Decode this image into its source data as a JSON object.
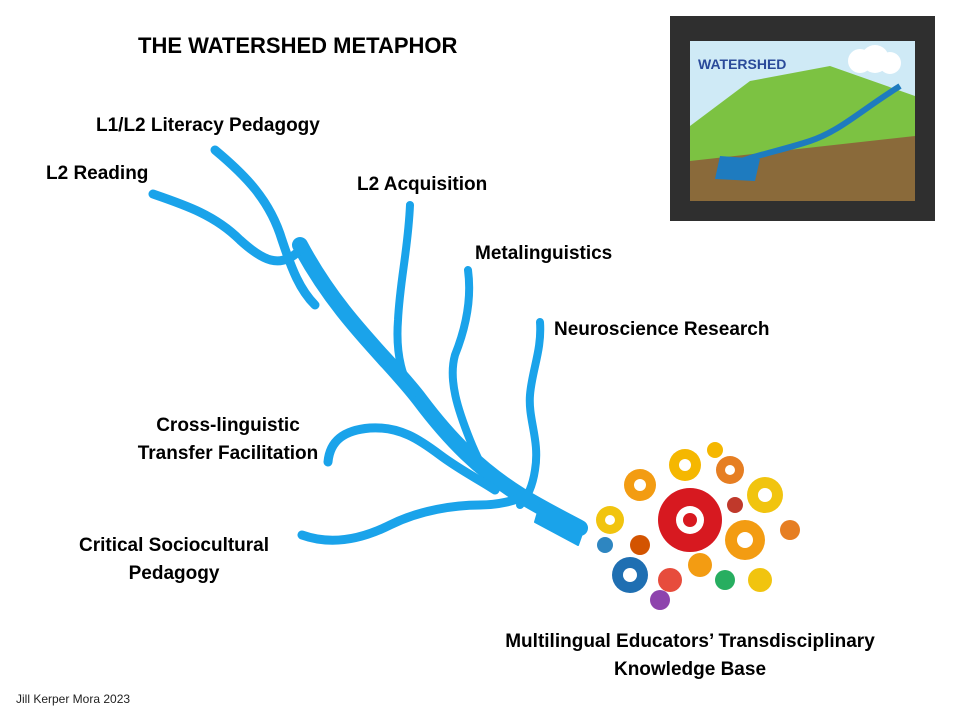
{
  "title": "THE WATERSHED METAPHOR",
  "tributaries": {
    "literacy": "L1/L2 Literacy Pedagogy",
    "reading": "L2 Reading",
    "acquisition": "L2 Acquisition",
    "metalinguistics": "Metalinguistics",
    "neuroscience": "Neuroscience Research",
    "cross_line1": "Cross-linguistic",
    "cross_line2": "Transfer Facilitation",
    "critical_line1": "Critical Sociocultural",
    "critical_line2": "Pedagogy"
  },
  "destination": {
    "line1": "Multilingual Educators’ Transdisciplinary",
    "line2": "Knowledge Base"
  },
  "inset": {
    "label": "WATERSHED"
  },
  "credit": "Jill Kerper Mora 2023",
  "colors": {
    "river": "#1aa3ea",
    "inset_frame": "#2f2f2f"
  }
}
